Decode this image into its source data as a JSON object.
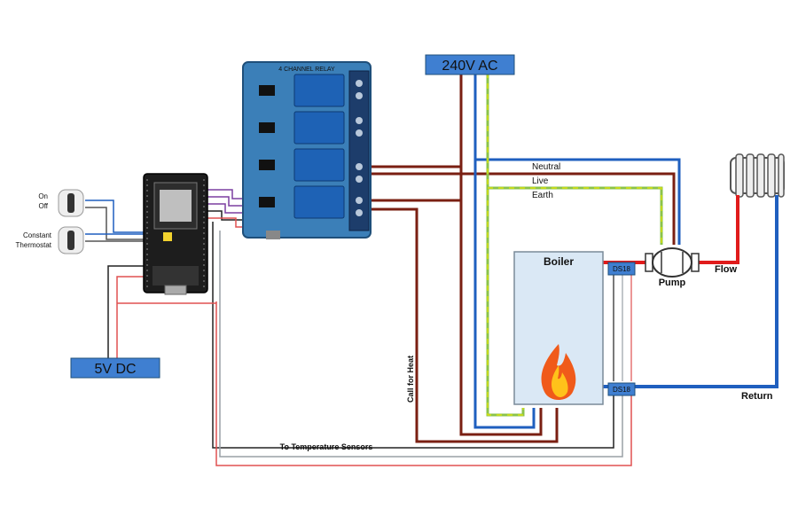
{
  "supplies": {
    "ac": "240V AC",
    "dc": "5V DC"
  },
  "switches": {
    "on_off_top": "On",
    "on_off_bottom": "Off",
    "mode_top": "Constant",
    "mode_bottom": "Thermostat"
  },
  "relay_board": {
    "header_text": "4 CHANNEL RELAY"
  },
  "ac_lines": {
    "neutral": "Neutral",
    "live": "Live",
    "earth": "Earth"
  },
  "boiler": {
    "title": "Boiler"
  },
  "sensors": {
    "top": "DS18",
    "bottom": "DS18"
  },
  "pump": {
    "label": "Pump"
  },
  "pipes": {
    "flow": "Flow",
    "return": "Return"
  },
  "wires": {
    "call_for_heat": "Call for Heat",
    "to_sensors": "To Temperature Sensors"
  },
  "colors": {
    "neutral": "#1f5fbf",
    "live": "#7a1f12",
    "earth": "#8bc34a",
    "flow": "#e01b1b",
    "return": "#1f5fbf",
    "supply_label_bg": "#3f7fd1",
    "board_blue": "#3b7fb8",
    "board_black": "#1d1d1d",
    "boiler_fill": "#dae8f5"
  }
}
